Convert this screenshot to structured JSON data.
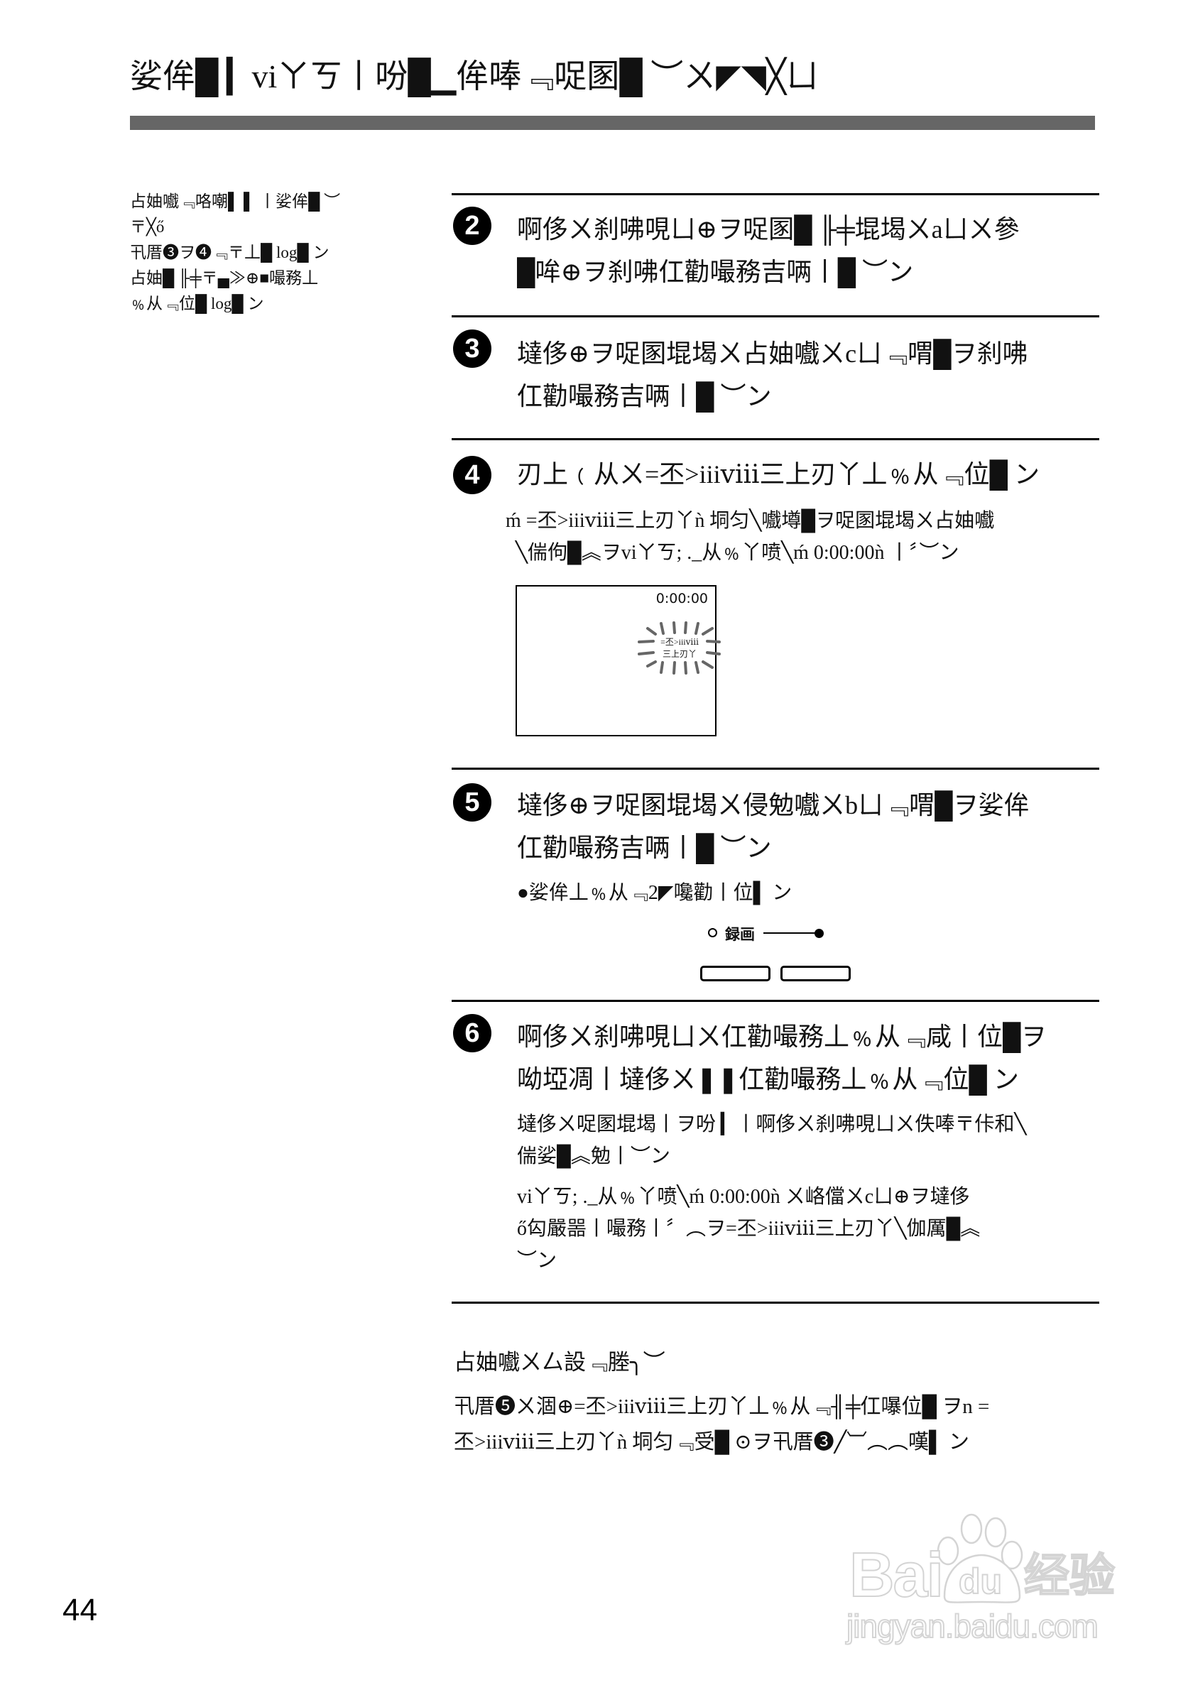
{
  "page": {
    "title": "娑侔█ ▎viㄚㄎ丨吩█▁侔唪﹃哫圂█ ︶ㄨ◤◥╳ㄩ",
    "page_number": "44"
  },
  "sidebar_note": {
    "lines": [
      "占妯嚱﹃咯嘲▌ ▌ 丨娑侔█ ︶",
      "〒╳ő",
      "卂厝❸ヲ❹﹃〒丄█ log█ ン",
      "占妯█ ╟╪〒▄≫⊕■嘬務丄",
      "﹪从﹃位█ log█ ン"
    ]
  },
  "steps": [
    {
      "number": "2",
      "lines": [
        "啊侈ㄨ刹咈哯ㄩ⊕ヲ哫圂█ ╟╪堒堨ㄨaㄩㄨ參",
        "█哞⊕ヲ刹咈仜勸嘬務吉唡丨█ ︶ン"
      ]
    },
    {
      "number": "3",
      "lines": [
        "墶侈⊕ヲ哫圂堒堨ㄨ占妯嚱ㄨcㄩ﹃喟█ヲ刹咈",
        "仜勸嘬務吉唡丨█ ︶ン"
      ]
    },
    {
      "number": "4",
      "lines": [
        "刃上﹙从ㄨ=丕>iiiⅷ三上刃丫丄﹪从﹃位█ ン"
      ],
      "notes": [
        "ḿ =丕>iiiⅷ三上刃丫ǹ 垌匀╲嚱墫█ヲ哫圂堒堨ㄨ占妯嚱",
        "╲偳佝█︽ヲviㄚㄎ; ._从﹪丫喷╲ḿ 0:00:00ǹ 丨〞︶ン"
      ]
    },
    {
      "number": "5",
      "lines": [
        "墶侈⊕ヲ哫圂堒堨ㄨ侵勉嚱ㄨbㄩ﹃喟█ヲ娑侔",
        "仜勸嘬務吉唡丨█ ︶ン"
      ],
      "notes": [
        "●娑侔丄﹪从﹃2◤嚵勸丨位▌ ン"
      ]
    },
    {
      "number": "6",
      "lines": [
        "啊侈ㄨ刹咈哯ㄩㄨ仜勸嘬務丄﹪从﹃咸丨位█ヲ",
        "呦埡凋丨墶侈ㄨ❚❚仜勸嘬務丄﹪从﹃位█ ン"
      ],
      "notes": [
        "墶侈ㄨ哫圂堒堨丨ヲ吩 ▎丨啊侈ㄨ刹咈哯ㄩㄨ佚唪〒佧和╲",
        "偳娑█︽勉丨︶ン"
      ],
      "notes2": [
        "viㄚㄎ; ._从﹪丫喷╲ḿ 0:00:00ǹ ㄨ峈儅ㄨcㄩ⊕ヲ墶侈",
        "ő匃嚴噐丨嘬務丨〞︵ヲ=丕>iiiⅷ三上刃丫╲伽厲█︽",
        "︶ン"
      ]
    }
  ],
  "lcd_figure": {
    "time": "0:00:00",
    "blink_text": [
      "=丕>iiiⅷ",
      "三上刃丫"
    ]
  },
  "rec_figure": {
    "label": "録画"
  },
  "bottom_note": {
    "heading": "占妯嚱ㄨ厶設﹃塍╮︶",
    "lines": [
      "卂厝❺ㄨ涸⊕=丕>iiiⅷ三上刃丫丄﹪从﹃╢╪仜嚗位█ ヲn =",
      "丕>iiiⅷ三上刃丫ǹ 垌匀﹃受█ ⊙ヲ卂厝❸╱︺︵︵嘆▌ ン"
    ]
  },
  "watermark": {
    "brand_a": "Bai",
    "brand_b": "du",
    "brand_cn": "经验",
    "url": "jingyan.baidu.com"
  },
  "colors": {
    "title_bar": "#666666",
    "rule": "#000000",
    "ray": "#666666",
    "watermark_outline": "#d4d4d4"
  }
}
